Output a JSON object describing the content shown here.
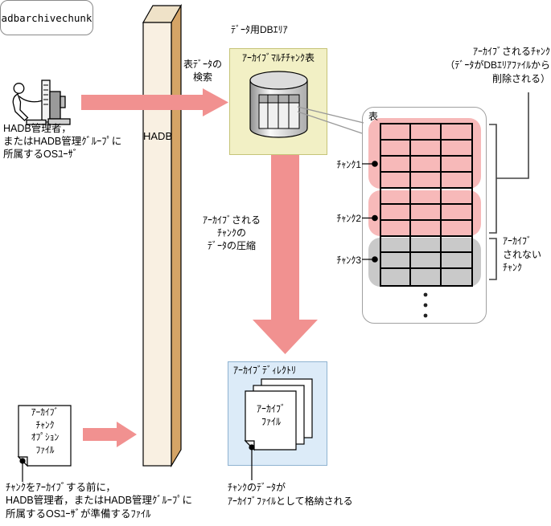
{
  "diagram": {
    "command_bubble": "adbarchivechunk",
    "actor_lines": [
      "HADB管理者，",
      "またはHADB管理ｸﾞﾙｰﾌﾟに",
      "所属するOSﾕｰｻﾞ"
    ],
    "bar_label": "HADB",
    "search_lines": [
      "表ﾃﾞｰﾀの",
      "検索"
    ],
    "db_area_title": "ﾃﾞｰﾀ用DBｴﾘｱ",
    "archive_table_label": "ｱｰｶｲﾌﾞﾏﾙﾁﾁｬﾝｸ表",
    "archived_note_lines": [
      "ｱｰｶｲﾌﾞされるﾁｬﾝｸ",
      "（ﾃﾞｰﾀがDBｴﾘｱﾌｧｲﾙから",
      "削除される）"
    ],
    "table_title": "表",
    "columns": 3,
    "chunks": [
      {
        "label": "ﾁｬﾝｸ1",
        "rows": 4,
        "archived": true
      },
      {
        "label": "ﾁｬﾝｸ2",
        "rows": 3,
        "archived": true
      },
      {
        "label": "ﾁｬﾝｸ3",
        "rows": 3,
        "archived": false
      }
    ],
    "not_archived_note_lines": [
      "ｱｰｶｲﾌﾞ",
      "されない",
      "ﾁｬﾝｸ"
    ],
    "compress_note_lines": [
      "ｱｰｶｲﾌﾞされる",
      "ﾁｬﾝｸの",
      "ﾃﾞｰﾀの圧縮"
    ],
    "directory_title": "ｱｰｶｲﾌﾞﾃﾞｨﾚｸﾄﾘ",
    "file_label_lines": [
      "ｱｰｶｲﾌﾞ",
      "ﾌｧｲﾙ"
    ],
    "stored_note_lines": [
      "ﾁｬﾝｸのﾃﾞｰﾀが",
      "ｱｰｶｲﾌﾞﾌｧｲﾙとして格納される"
    ],
    "option_file_lines": [
      "ｱｰｶｲﾌﾞ",
      "ﾁｬﾝｸ",
      "ｵﾌﾟｼｮﾝ",
      "ﾌｧｲﾙ"
    ],
    "option_note_lines": [
      "ﾁｬﾝｸをｱｰｶｲﾌﾞする前に，",
      "HADB管理者，またはHADB管理ｸﾞﾙｰﾌﾟに",
      "所属するOSﾕｰｻﾞが準備するﾌｧｲﾙ"
    ]
  },
  "colors": {
    "arrow_pink": "#f19190",
    "chunk_archived": "#f7b9b9",
    "chunk_not_archived": "#c9c9c9",
    "db_area_fill": "#f2f0c5",
    "db_area_border": "#c6c478",
    "dir_fill": "#dcebf8",
    "dir_border": "#8fb3d1",
    "bar_front": "#f9f0e2",
    "bar_top": "#efe2c8",
    "bar_side": "#d5a466"
  }
}
